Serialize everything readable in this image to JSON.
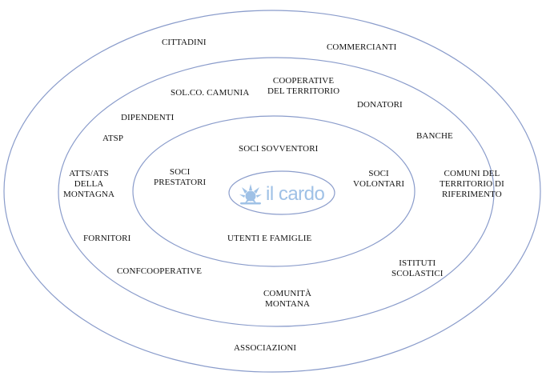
{
  "rings": {
    "outer": [
      "CITTADINI",
      "COMMERCIANTI",
      "COMUNI DEL\nTERRITORIO DI\nRIFERIMENTO",
      "ISTITUTI\nSCOLASTICI",
      "ASSOCIAZIONI"
    ],
    "middle": [
      "SOL.CO. CAMUNIA",
      "COOPERATIVE\nDEL TERRITORIO",
      "DONATORI",
      "DIPENDENTI",
      "BANCHE",
      "ATSP",
      "ATTS/ATS\nDELLA\nMONTAGNA",
      "FORNITORI",
      "CONFCOOPERATIVE",
      "COMUNITÀ\nMONTANA"
    ],
    "inner": [
      "SOCI SOVVENTORI",
      "SOCI\nPRESTATORI",
      "SOCI\nVOLONTARI",
      "UTENTI E FAMIGLIE"
    ]
  },
  "center": {
    "logo_text": "il cardo",
    "logo_icon": "cardo-flower-logo-icon",
    "logo_color": "#9fc1e6"
  },
  "colors": {
    "ring_stroke": "#8a9ccb",
    "text": "#111111"
  }
}
